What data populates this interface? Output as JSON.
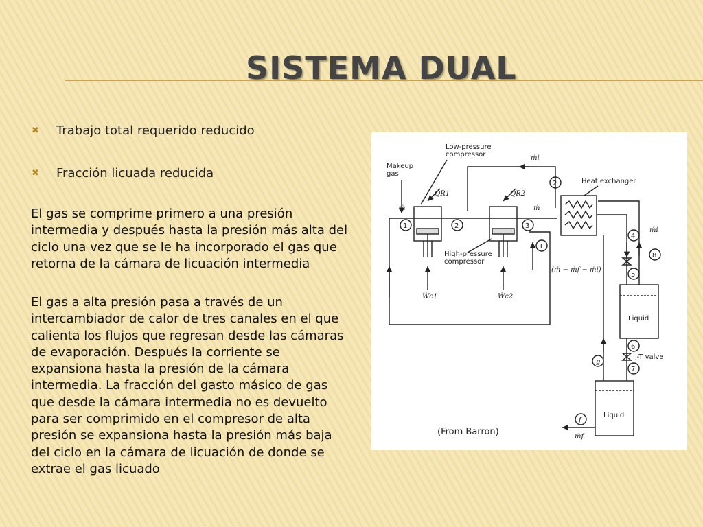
{
  "slide": {
    "title": "SISTEMA DUAL",
    "bullets": [
      "Trabajo total requerido reducido",
      "Fracción licuada reducida"
    ],
    "bullet_icon": "x-bullet-icon",
    "paragraphs": [
      "El gas se comprime primero a una presión intermedia y después hasta la presión más alta del ciclo una vez que se le ha incorporado el gas que retorna de la cámara de licuación intermedia",
      "El gas a alta presión pasa a través de un intercambiador de calor de tres canales en el que calienta los flujos que regresan desde las cámaras de evaporación. Después la corriente se expansiona hasta la presión de la cámara intermedia. La fracción del gasto másico de gas que desde la cámara intermedia no es devuelto para ser comprimido en el compresor de alta presión se expansiona hasta la presión más baja del ciclo en la cámara de licuación de donde se extrae el gas licuado"
    ]
  },
  "diagram": {
    "makeup_gas": "Makeup\ngas",
    "low_pressure_compressor": "Low-pressure\ncompressor",
    "high_pressure_compressor": "High-pressure\ncompressor",
    "heat_exchanger": "Heat exchanger",
    "liquid_1": "Liquid",
    "liquid_2": "Liquid",
    "jt_valve": "J-T valve",
    "source": "(From Barron)",
    "q_r1": "Q̇R1",
    "q_r2": "Q̇R2",
    "w_c1": "Ẇc1",
    "w_c2": "Ẇc2",
    "m_dot": "ṁ",
    "m_dot_2": "ṁ",
    "m_i_top": "ṁi",
    "m_i_right": "ṁi",
    "m_f": "ṁf",
    "bypass_flow": "(ṁ − ṁf − ṁi)",
    "state_points": [
      "1",
      "2",
      "3",
      "1",
      "2",
      "4",
      "5",
      "6",
      "7",
      "8",
      "g",
      "f"
    ]
  }
}
